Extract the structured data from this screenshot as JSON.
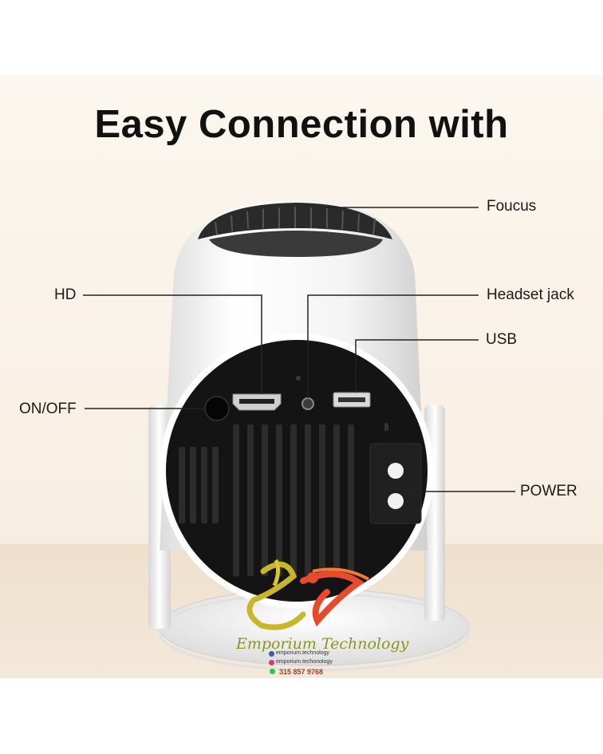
{
  "headline": "Easy Connection with",
  "callouts": {
    "focus": "Foucus",
    "hd": "HD",
    "headset": "Headset jack",
    "usb": "USB",
    "onoff": "ON/OFF",
    "power": "POWER"
  },
  "watermark": {
    "brand": "Emporium Technology",
    "facebook": "emporium.technology",
    "instagram": "emporium.techonology",
    "phone": "315 857 9768"
  },
  "colors": {
    "body": "#ffffff",
    "panel": "#141414",
    "accent": "#8e9423"
  }
}
